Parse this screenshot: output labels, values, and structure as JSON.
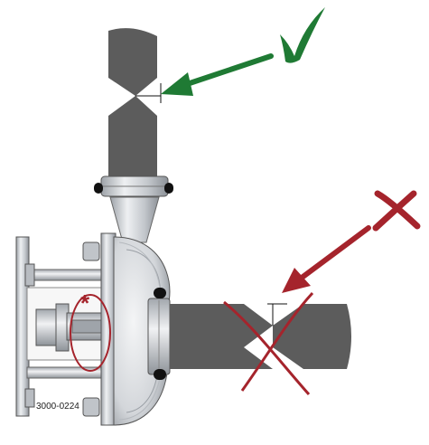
{
  "diagram": {
    "code": "3000-0224",
    "marker": "*",
    "correct_symbol": "check-mark",
    "wrong_symbol": "cross-mark",
    "colors": {
      "correct": "#1f7a34",
      "wrong": "#a5242c",
      "pipe": "#5c5c5c",
      "metal": "#c9ccd0"
    }
  }
}
